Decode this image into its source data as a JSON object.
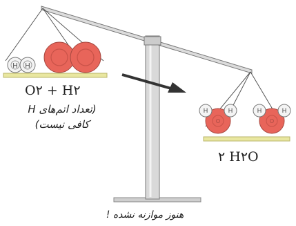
{
  "left_pan": {
    "formula": "O۲ + H۲",
    "note_line1": "(تعداد اتم‌های H",
    "note_line2": "کافی نیست)",
    "molecules": [
      {
        "kind": "H2",
        "atoms": [
          "H",
          "H"
        ]
      },
      {
        "kind": "O2",
        "atoms": [
          "",
          ""
        ]
      }
    ]
  },
  "right_pan": {
    "formula": "۲ H۲O",
    "molecules": [
      {
        "kind": "H2O",
        "atoms": [
          "H",
          "O",
          "H"
        ]
      },
      {
        "kind": "H2O",
        "atoms": [
          "H",
          "O",
          "H"
        ]
      }
    ]
  },
  "caption": "هنوز موازنه نشده !",
  "colors": {
    "oxygen": "#e8655a",
    "hydrogen": "#f4f4f4",
    "pan": "#e9e7a0",
    "pole": "#d8d8d8",
    "arrow": "#333333"
  }
}
